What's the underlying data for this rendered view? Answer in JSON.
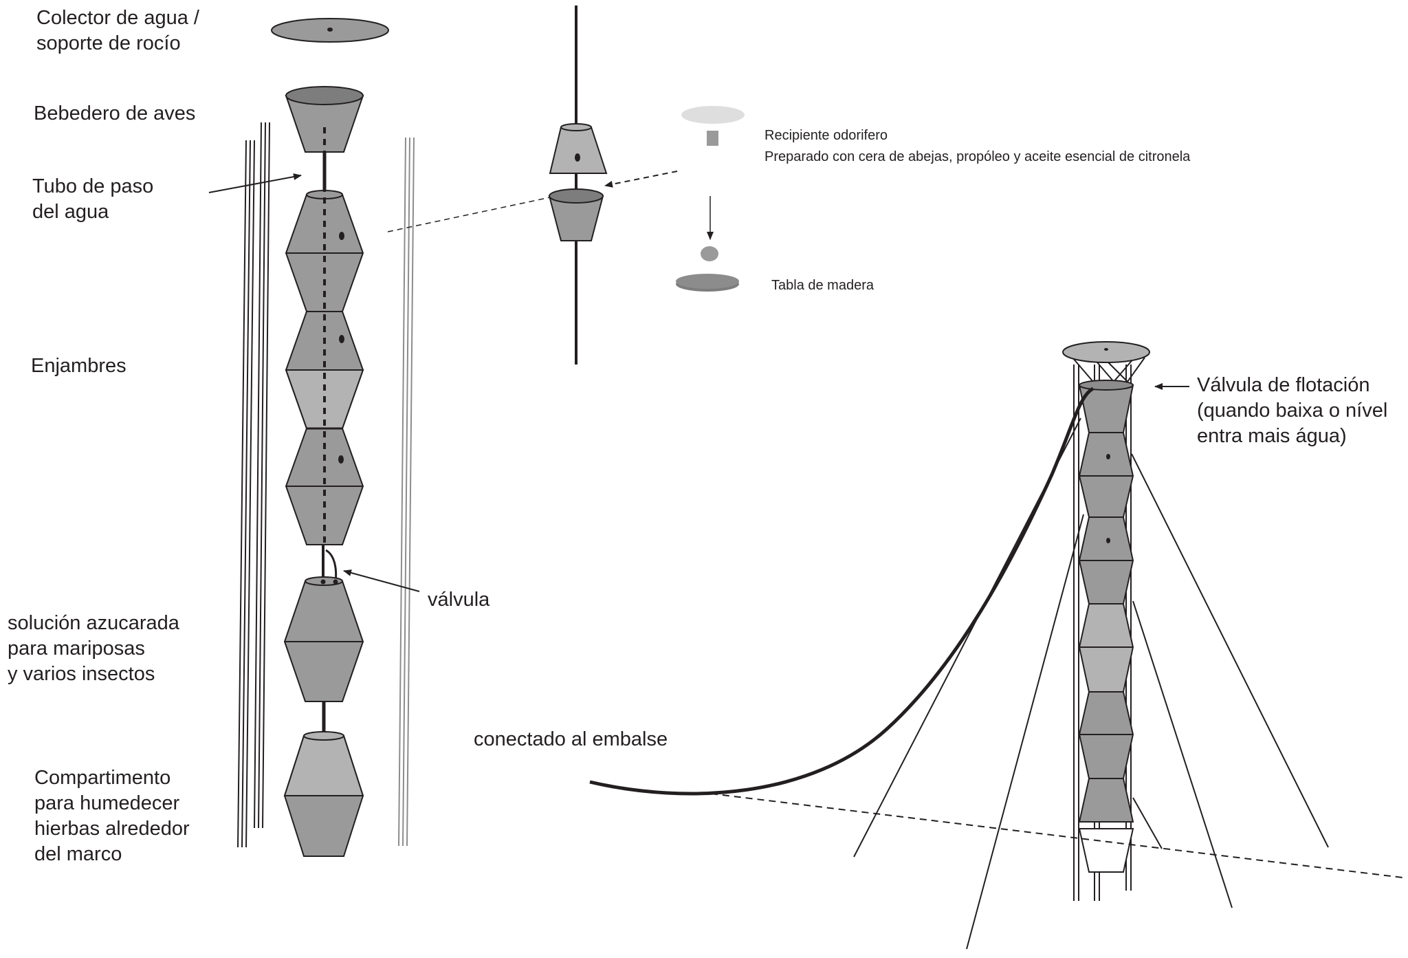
{
  "labels": {
    "water_collector": [
      "Colector de agua /",
      "soporte de rocío"
    ],
    "bird_bath": "Bebedero de aves",
    "water_tube": [
      "Tubo de paso",
      "del agua"
    ],
    "swarms": "Enjambres",
    "sugar_solution": [
      "solución azucarada",
      "para mariposas",
      "y varios insectos"
    ],
    "valve": "válvula",
    "moisten_compartment": [
      "Compartimento",
      "para humedecer",
      "hierbas alrededor",
      "del marco"
    ],
    "odor_container": "Recipiente odorifero",
    "odor_preparation": "Preparado con cera de abejas, propóleo y aceite esencial de citronela",
    "wood_board": "Tabla de madera",
    "reservoir_link": "conectado al embalse",
    "float_valve": [
      "Válvula de flotación",
      "(quando baixa o nível",
      "entra mais água)"
    ]
  },
  "colors": {
    "dark_gray": "#8c8c8c",
    "mid_gray": "#9a9a9a",
    "light_gray": "#b3b3b3",
    "very_light_gray": "#dedede",
    "stroke": "#231f20"
  }
}
